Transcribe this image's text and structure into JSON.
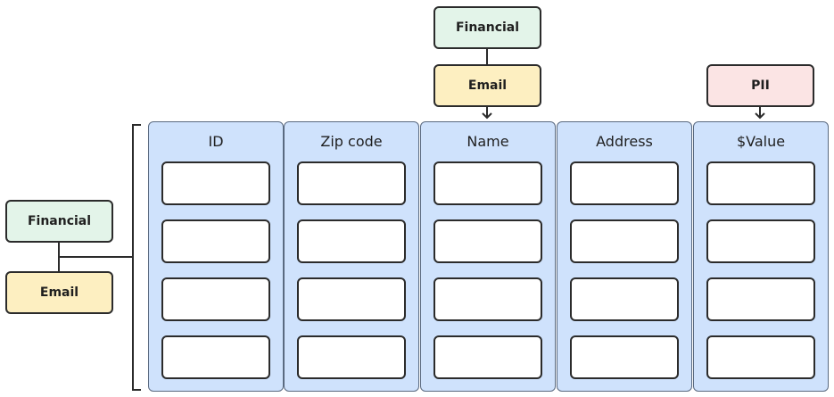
{
  "tags": {
    "left_financial": "Financial",
    "left_email": "Email",
    "top_financial": "Financial",
    "top_email": "Email",
    "top_pii": "PII"
  },
  "columns": [
    {
      "name": "ID"
    },
    {
      "name": "Zip code"
    },
    {
      "name": "Name"
    },
    {
      "name": "Address"
    },
    {
      "name": "$Value"
    }
  ],
  "colors": {
    "financial": "#e3f4e9",
    "email": "#fdefc1",
    "pii": "#fbe4e4",
    "column": "#cfe2fc"
  }
}
